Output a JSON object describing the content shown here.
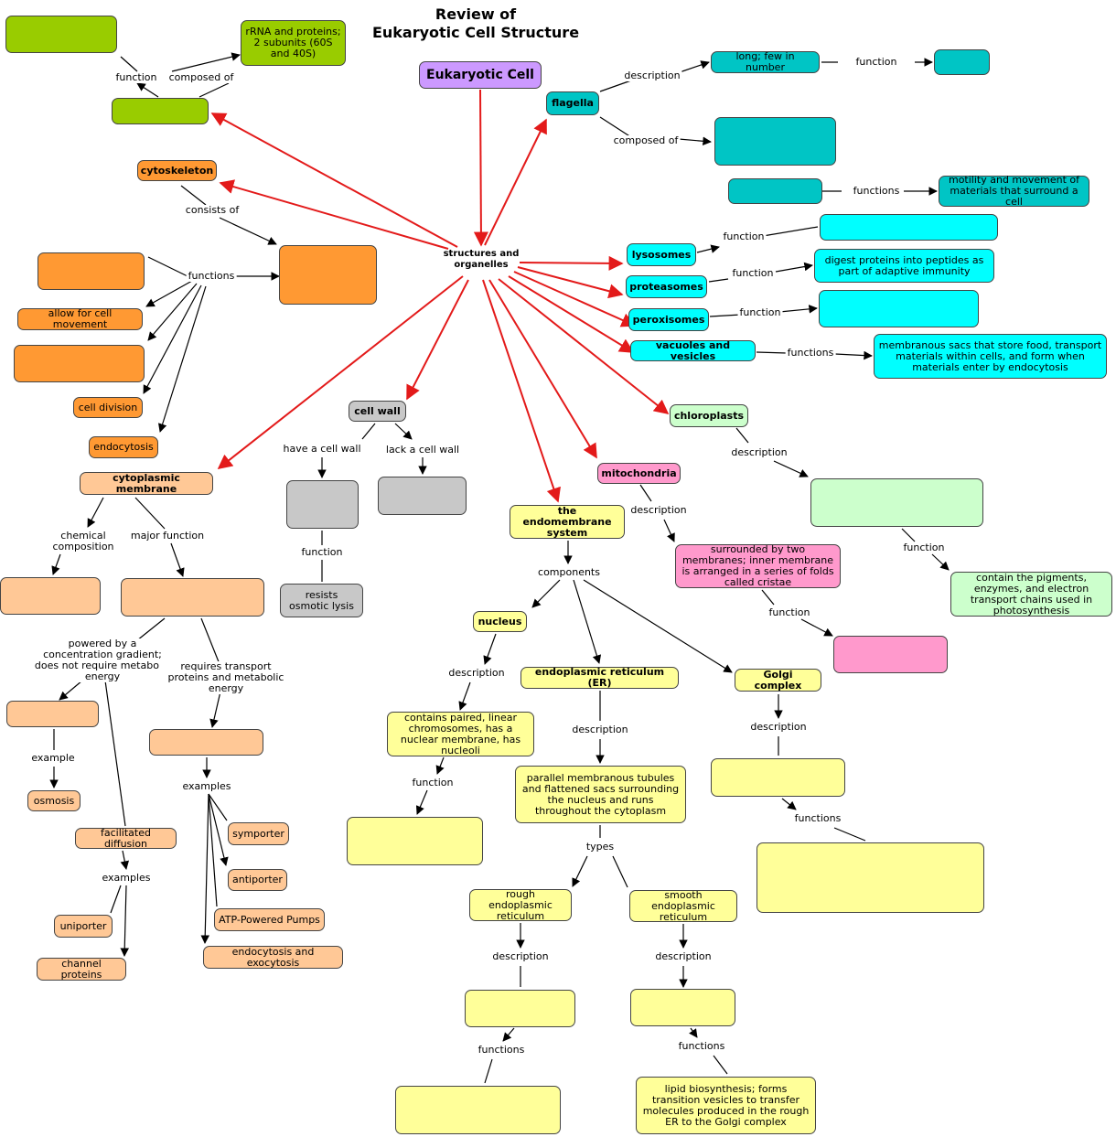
{
  "title": {
    "line1": "Review of",
    "line2": "Eukaryotic Cell Structure"
  },
  "colors": {
    "arrow_main": "#e31a1a",
    "arrow_link": "#000000",
    "ribosome": "#99cc00",
    "flagella": "#00c5c5",
    "vacuole": "#00ffff",
    "cytoskeleton": "#ff9933",
    "membrane": "#ffc896",
    "cell_wall": "#c8c8c8",
    "endomembrane": "#ffff99",
    "mitochondria": "#ff99cc",
    "chloroplast": "#ccffcc",
    "root": "#cc99ff"
  },
  "nodes": {
    "root": "Eukaryotic Cell",
    "hub": "structures and organelles",
    "ribosomes": "",
    "ribo_function": "",
    "ribo_composition": "rRNA and proteins; 2 subunits (60S and 40S)",
    "flagella": "flagella",
    "flagella_desc": "long; few in number",
    "flagella_fn": "",
    "flagella_comp": "",
    "cilia": "",
    "cilia_fn": "motility and movement of materials that surround a cell",
    "cytoskeleton": "cytoskeleton",
    "cyto_parts": "",
    "cyto_f1": "",
    "cyto_f2": "allow for cell movement",
    "cyto_f3": "",
    "cyto_f4": "cell division",
    "cyto_f5": "endocytosis",
    "lysosomes": "lysosomes",
    "lyso_fn": "",
    "proteasomes": "proteasomes",
    "prot_fn": "digest proteins into peptides as part of adaptive immunity",
    "peroxisomes": "peroxisomes",
    "perox_fn": "",
    "vacuoles": "vacuoles and vesicles",
    "vac_fn": "membranous sacs that store food, transport materials within cells, and form when materials enter by endocytosis",
    "chloroplasts": "chloroplasts",
    "chloro_desc": "",
    "chloro_fn": "contain the pigments, enzymes, and electron transport chains used in photosynthesis",
    "mitochondria": "mitochondria",
    "mito_desc": "surrounded by two membranes; inner membrane is arranged in a series of folds called cristae",
    "mito_fn": "",
    "endomembrane": "the endomembrane system",
    "nucleus": "nucleus",
    "nuc_desc": "contains paired, linear chromosomes, has a nuclear membrane, has nucleoli",
    "nuc_fn": "",
    "er": "endoplasmic reticulum (ER)",
    "er_desc": "parallel membranous tubules and flattened sacs surrounding the nucleus and runs throughout the cytoplasm",
    "rough_er": "rough endoplasmic reticulum",
    "rough_desc": "",
    "rough_fn": "",
    "smooth_er": "smooth endoplasmic reticulum",
    "smooth_desc": "",
    "smooth_fn": "lipid biosynthesis; forms transition vesicles to transfer molecules produced in the rough ER to the Golgi complex",
    "golgi": "Golgi complex",
    "golgi_desc": "",
    "golgi_fn": "",
    "cell_wall": "cell wall",
    "wall_have": "",
    "wall_lack": "",
    "wall_fn": "resists osmotic lysis",
    "membrane": "cytoplasmic membrane",
    "mem_comp": "",
    "mem_major": "",
    "passive": "",
    "osmosis": "osmosis",
    "fac_diff": "facilitated diffusion",
    "uniporter": "uniporter",
    "channel": "channel proteins",
    "active": "",
    "symporter": "symporter",
    "antiporter": "antiporter",
    "atp_pumps": "ATP-Powered Pumps",
    "endo_exo": "endocytosis and exocytosis"
  },
  "links": {
    "function": "function",
    "functions": "functions",
    "composed_of": "composed of",
    "description": "description",
    "consists_of": "consists of",
    "components": "components",
    "types": "types",
    "examples": "examples",
    "example": "example",
    "have_wall": "have a cell wall",
    "lack_wall": "lack a cell wall",
    "chemical_composition": "chemical composition",
    "major_function": "major function",
    "passive_label": "powered by a concentration gradient; does not require metabolic energy",
    "active_label": "requires transport proteins and metabolic energy"
  }
}
